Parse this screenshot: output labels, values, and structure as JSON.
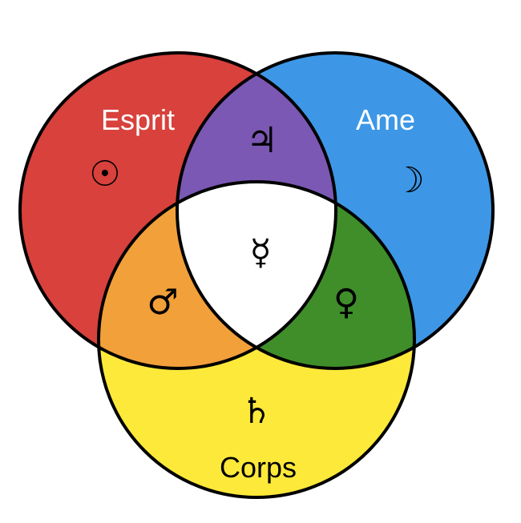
{
  "diagram": {
    "labels": {
      "esprit": "Esprit",
      "ame": "Ame",
      "corps": "Corps"
    },
    "symbols": {
      "sun": "☉",
      "jupiter": "♃",
      "moon": "☽",
      "mercury": "☿",
      "mars": "♂",
      "venus": "♀",
      "saturn": "♄"
    },
    "colors": {
      "esprit": "#d8413c",
      "ame": "#3d97e6",
      "corps": "#fde93a",
      "esprit_ame": "#7a58b3",
      "esprit_corps": "#f2a03a",
      "ame_corps": "#3f8e2a",
      "center": "#ffffff",
      "stroke": "#000000",
      "label_light": "#ffffff",
      "label_dark": "#000000"
    }
  }
}
